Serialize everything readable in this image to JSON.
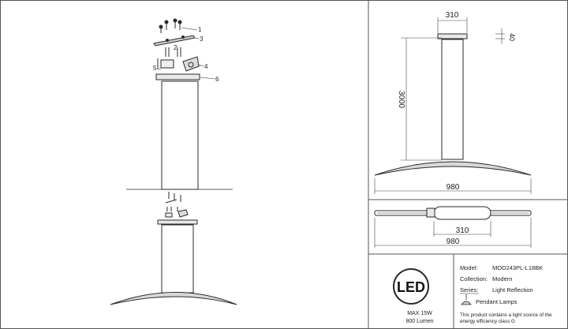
{
  "callouts": [
    "1",
    "2",
    "3",
    "4",
    "5",
    "6"
  ],
  "dimensions": {
    "top_width": "310",
    "canopy_height": "40",
    "drop_height": "3000",
    "front_width": "980",
    "plan_body_width": "310",
    "plan_total_width": "980"
  },
  "badge": {
    "logo": "LED",
    "power": "MAX 15W",
    "lumen": "800 Lumen"
  },
  "info": {
    "model_label": "Model:",
    "model_value": "MOD243PL-L18BK",
    "collection_label": "Collection:",
    "collection_value": "Modern",
    "series_label": "Series:",
    "series_value": "Light Reflection",
    "type_value": "Pendant Lamps",
    "energy_line1": "This product contains a light source of the",
    "energy_line2": "energy efficiency class G"
  },
  "colors": {
    "line": "#2a2a2a",
    "border": "#555555",
    "dim": "#444444"
  }
}
